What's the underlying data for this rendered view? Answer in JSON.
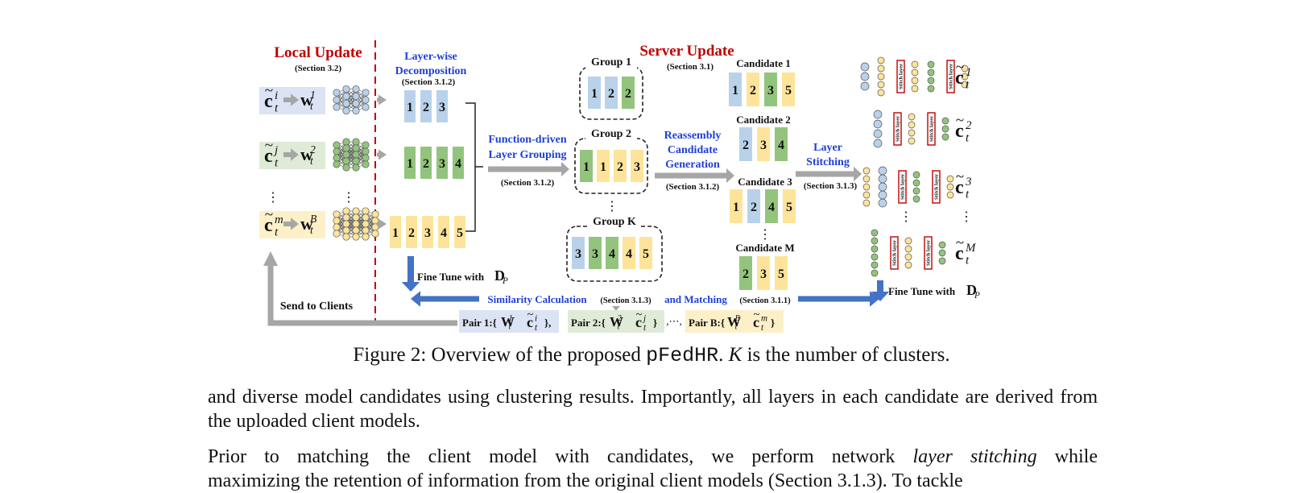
{
  "figure": {
    "local_update_title": "Local Update",
    "local_update_section": "(Section 3.2)",
    "server_update_title": "Server Update",
    "server_update_section": "(Section 3.1)",
    "layer_wise": [
      "Layer-wise",
      "Decomposition"
    ],
    "layer_wise_section": "(Section 3.1.2)",
    "function_driven": [
      "Function-driven",
      "Layer Grouping"
    ],
    "function_driven_section": "(Section 3.1.2)",
    "reassembly": [
      "Reassembly",
      "Candidate",
      "Generation"
    ],
    "reassembly_section": "(Section 3.1.2)",
    "layer_stitching": [
      "Layer",
      "Stitching"
    ],
    "layer_stitching_section": "(Section 3.1.3)",
    "clients": [
      {
        "c": "c",
        "sup": "i",
        "sub": "t",
        "w": "w",
        "wsup": "1",
        "wsub": "t",
        "color": "#dbe3f4"
      },
      {
        "c": "c",
        "sup": "j",
        "sub": "t",
        "w": "w",
        "wsup": "2",
        "wsub": "t",
        "color": "#dfebd6"
      },
      {
        "c": "c",
        "sup": "m",
        "sub": "t",
        "w": "w",
        "wsup": "B",
        "wsub": "t",
        "color": "#fdf0c9"
      }
    ],
    "decomposed": [
      {
        "labels": [
          "1",
          "2",
          "3"
        ],
        "color": "#b9d2ea"
      },
      {
        "labels": [
          "1",
          "2",
          "3",
          "4"
        ],
        "color": "#93c47d"
      },
      {
        "labels": [
          "1",
          "2",
          "3",
          "4",
          "5"
        ],
        "color": "#fde49a"
      }
    ],
    "groups": [
      {
        "title": "Group 1",
        "blocks": [
          {
            "l": "1",
            "c": "#b9d2ea"
          },
          {
            "l": "2",
            "c": "#b9d2ea"
          },
          {
            "l": "2",
            "c": "#93c47d"
          }
        ]
      },
      {
        "title": "Group 2",
        "blocks": [
          {
            "l": "1",
            "c": "#93c47d"
          },
          {
            "l": "1",
            "c": "#fde49a"
          },
          {
            "l": "2",
            "c": "#fde49a"
          },
          {
            "l": "3",
            "c": "#fde49a"
          }
        ]
      },
      {
        "title": "Group K",
        "blocks": [
          {
            "l": "3",
            "c": "#b9d2ea"
          },
          {
            "l": "3",
            "c": "#93c47d"
          },
          {
            "l": "4",
            "c": "#93c47d"
          },
          {
            "l": "4",
            "c": "#fde49a"
          },
          {
            "l": "5",
            "c": "#fde49a"
          }
        ]
      }
    ],
    "candidates": [
      {
        "title": "Candidate 1",
        "blocks": [
          {
            "l": "1",
            "c": "#b9d2ea"
          },
          {
            "l": "2",
            "c": "#fde49a"
          },
          {
            "l": "3",
            "c": "#93c47d"
          },
          {
            "l": "5",
            "c": "#fde49a"
          }
        ]
      },
      {
        "title": "Candidate 2",
        "blocks": [
          {
            "l": "2",
            "c": "#b9d2ea"
          },
          {
            "l": "3",
            "c": "#fde49a"
          },
          {
            "l": "4",
            "c": "#93c47d"
          }
        ]
      },
      {
        "title": "Candidate 3",
        "blocks": [
          {
            "l": "1",
            "c": "#fde49a"
          },
          {
            "l": "2",
            "c": "#b9d2ea"
          },
          {
            "l": "4",
            "c": "#93c47d"
          },
          {
            "l": "5",
            "c": "#fde49a"
          }
        ]
      },
      {
        "title": "Candidate M",
        "blocks": [
          {
            "l": "2",
            "c": "#93c47d"
          },
          {
            "l": "3",
            "c": "#fde49a"
          },
          {
            "l": "5",
            "c": "#fde49a"
          }
        ]
      }
    ],
    "stitch_layer": "Stitch layer",
    "stitched_outputs": [
      {
        "c": "c",
        "sup": "1",
        "sub": "t"
      },
      {
        "c": "c",
        "sup": "2",
        "sub": "t"
      },
      {
        "c": "c",
        "sup": "3",
        "sub": "t"
      },
      {
        "c": "c",
        "sup": "M",
        "sub": "t"
      }
    ],
    "fine_tune": "Fine Tune with",
    "fine_tune_D": "D",
    "fine_tune_sub": "P",
    "similarity": "Similarity Calculation",
    "similarity_section": "(Section 3.1.3)",
    "matching": "and Matching",
    "matching_section": "(Section 3.1.1)",
    "send_to_clients": "Send to Clients",
    "pairs": [
      {
        "prefix": "Pair 1:{",
        "w": "W",
        "wsup": "1",
        "wsub": "t",
        "c": "c",
        "csup": "i",
        "csub": "t",
        "suffix": "},",
        "color": "#dbe3f4"
      },
      {
        "prefix": "Pair 2:{",
        "w": "W",
        "wsup": "2",
        "wsub": "t",
        "c": "c",
        "csup": "j",
        "csub": "t",
        "suffix": "}",
        "color": "#dfebd6"
      },
      {
        "prefix": "Pair B:{",
        "w": "W",
        "wsup": "B",
        "wsub": "t",
        "c": "c",
        "csup": "m",
        "csub": "t",
        "suffix": "}",
        "color": "#fdf0c9"
      }
    ],
    "pair_sep": ",⋯,",
    "dots": "⋮",
    "red_accent": "#c00000",
    "blue_accent": "#1f3fd6",
    "arrow_gray": "#a6a6a6",
    "arrow_blue": "#4472c4"
  },
  "caption": {
    "prefix": "Figure 2: Overview of the proposed ",
    "method": "pFedHR",
    "middle": ". ",
    "K": "K",
    "suffix": " is the number of clusters."
  },
  "paragraphs": {
    "p1": "and diverse model candidates using clustering results. Importantly, all layers in each candidate are derived from the uploaded client models.",
    "p2_a": "Prior to matching the client model with candidates, we perform network ",
    "p2_em": "layer stitching",
    "p2_b": " while",
    "p2_c": "maximizing the retention of information from the original client models (Section 3.1.3). To tackle"
  }
}
